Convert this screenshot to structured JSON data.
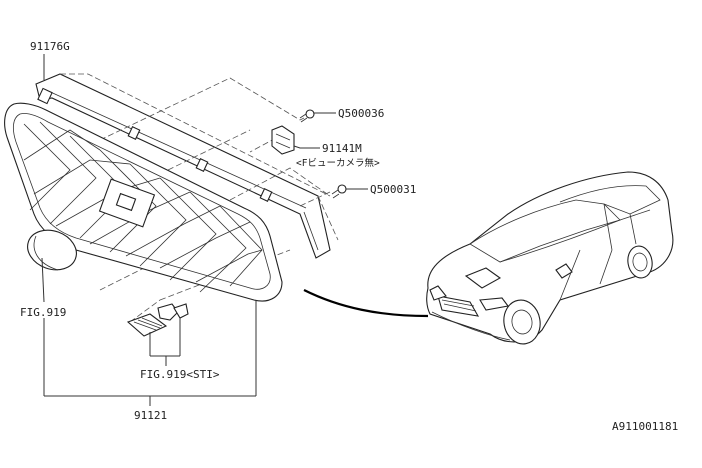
{
  "labels": {
    "grille_top_molding": "91176G",
    "bolt_upper": "Q500036",
    "camera_bracket": "91141M",
    "camera_note": "<Fビューカメラ無>",
    "bolt_lower": "Q500031",
    "emblem_ref": "FIG.919",
    "sti_ref": "FIG.919<STI>",
    "grille_assembly": "91121",
    "diagram_id": "A911001181"
  }
}
